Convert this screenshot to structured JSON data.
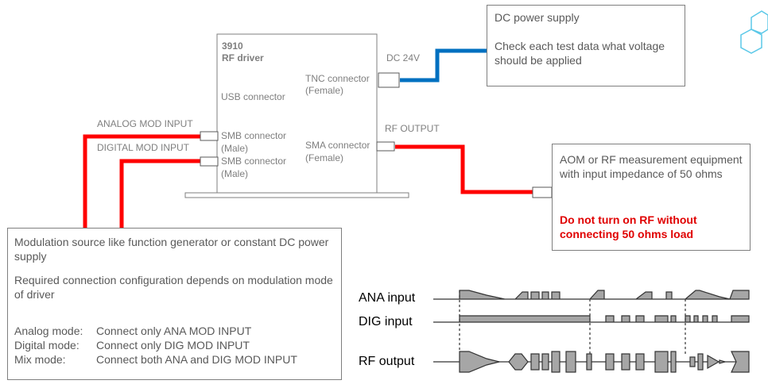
{
  "driver": {
    "model": "3910",
    "name": "RF driver",
    "usb_connector": "USB connector",
    "tnc_connector": "TNC connector",
    "tnc_gender": "(Female)",
    "sma_connector": "SMA connector",
    "sma_gender": "(Female)",
    "smb1_connector": "SMB connector",
    "smb1_gender": "(Male)",
    "smb2_connector": "SMB connector",
    "smb2_gender": "(Male)"
  },
  "labels": {
    "dc24v": "DC 24V",
    "rf_output": "RF OUTPUT",
    "analog_mod_input": "ANALOG MOD INPUT",
    "digital_mod_input": "DIGITAL  MOD INPUT"
  },
  "dc_supply": {
    "title": "DC power supply",
    "note": "Check each test data what voltage should be applied"
  },
  "aom": {
    "text": "AOM or RF measurement equipment with input impedance of 50 ohms",
    "warning": "Do not turn on RF without connecting 50 ohms load"
  },
  "modulation": {
    "title": "Modulation source like function generator or constant DC power supply",
    "note": "Required connection configuration depends on modulation mode of driver",
    "modes": [
      {
        "mode": "Analog mode:",
        "desc": "Connect only ANA MOD INPUT"
      },
      {
        "mode": "Digital mode:",
        "desc": "Connect only DIG MOD INPUT"
      },
      {
        "mode": "Mix mode:",
        "desc": "Connect both ANA and DIG MOD INPUT"
      }
    ]
  },
  "timing": {
    "ana_label": "ANA input",
    "dig_label": "DIG input",
    "rf_label": "RF output"
  },
  "colors": {
    "rf_cable": "#ff0000",
    "dc_cable": "#0070c0",
    "signal_fill": "#a6a6a6",
    "box_border": "#7f7f7f"
  }
}
